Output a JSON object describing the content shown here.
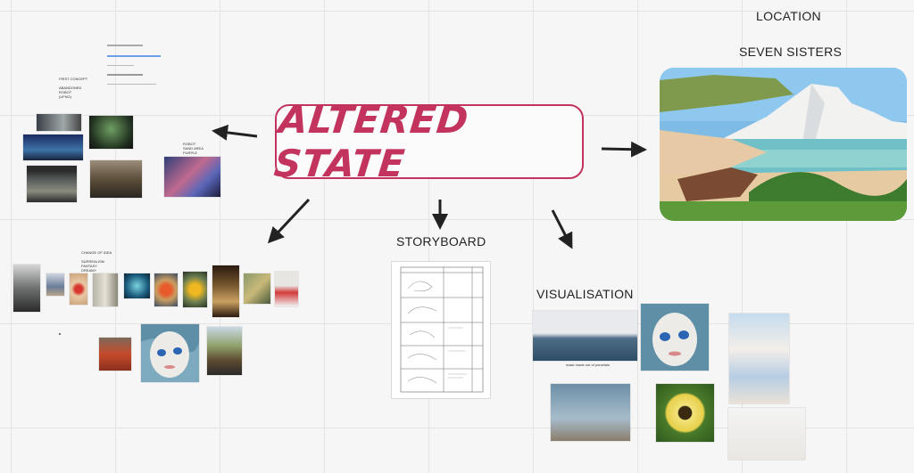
{
  "board": {
    "title": "ALTERED STATE",
    "title_color": "#c2335d"
  },
  "sections": {
    "location_heading": "LOCATION",
    "location_name": "SEVEN SISTERS",
    "storyboard": "STORYBOARD",
    "visualisation": "VISUALISATION"
  },
  "notes": {
    "first_concept": "FIRST CONCEPT\n\nABANDONED\nROBOT\n(UFNG)",
    "robot_note": "ROBOT\nSAND AREA\nPURPLE",
    "change_of_idea": "CHANGE OF IDEA\n\nSURREALISM\nFANTASY\nDREAMY",
    "visualisation_caption": "mask made out of porcelain"
  },
  "icons": {
    "arrow": "arrow-icon"
  }
}
